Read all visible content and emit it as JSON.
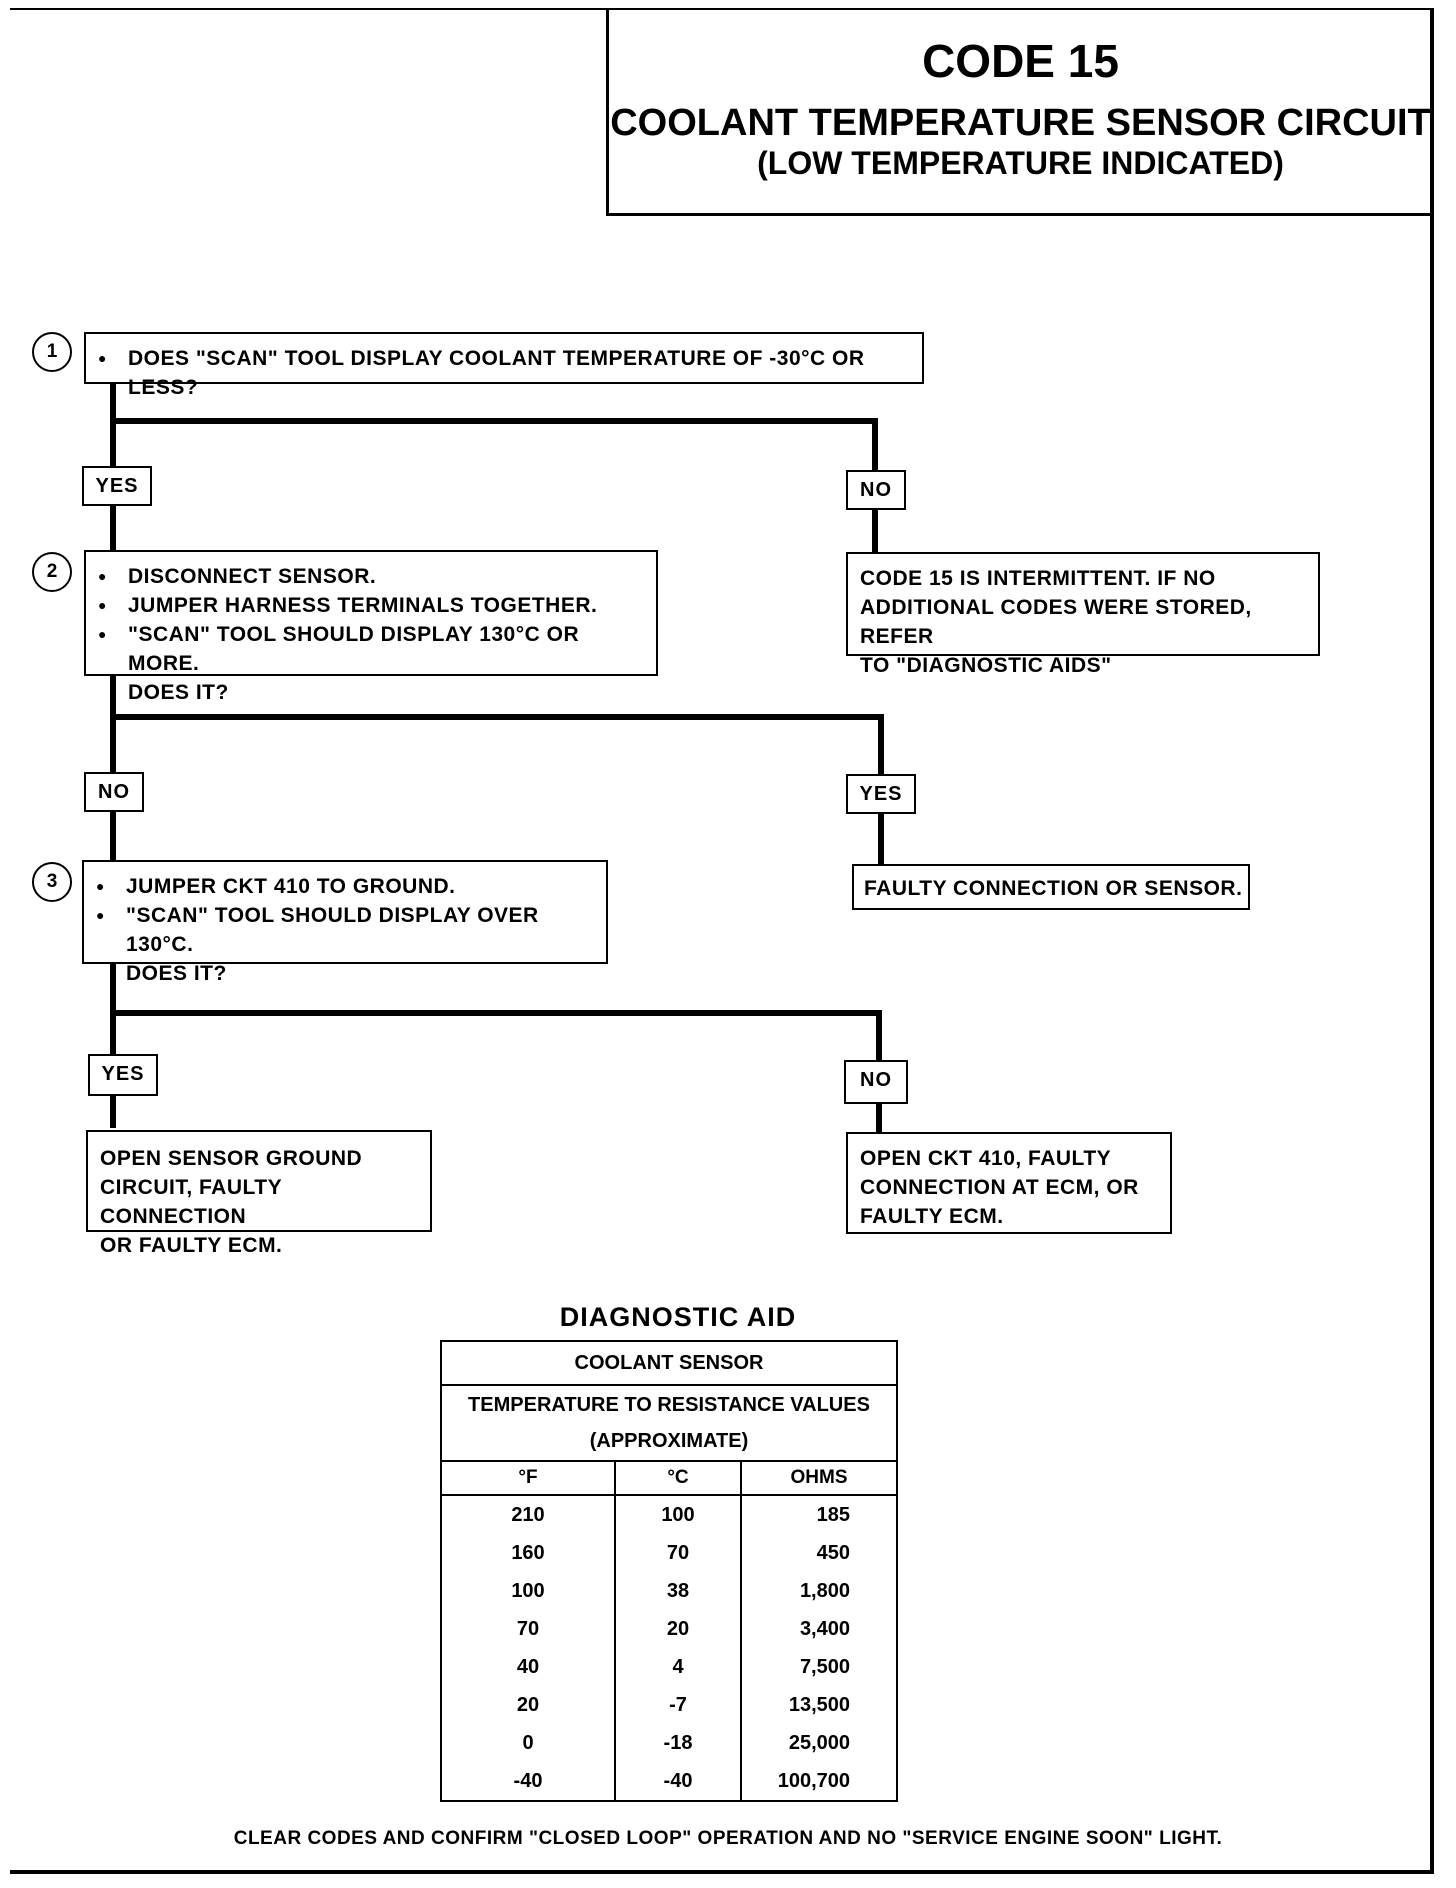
{
  "header": {
    "code": "CODE 15",
    "title": "COOLANT TEMPERATURE SENSOR CIRCUIT",
    "subtitle": "(LOW TEMPERATURE INDICATED)"
  },
  "steps": [
    {
      "num": "1",
      "bullets": [
        "DOES \"SCAN\" TOOL DISPLAY COOLANT TEMPERATURE OF -30°C OR LESS?"
      ]
    },
    {
      "num": "2",
      "bullets": [
        "DISCONNECT SENSOR.",
        "JUMPER HARNESS TERMINALS TOGETHER.",
        "\"SCAN\" TOOL SHOULD DISPLAY 130°C OR MORE."
      ],
      "question": "DOES IT?"
    },
    {
      "num": "3",
      "bullets": [
        "JUMPER CKT 410 TO GROUND.",
        "\"SCAN\" TOOL SHOULD DISPLAY OVER 130°C."
      ],
      "question": "DOES IT?"
    }
  ],
  "branch_labels": {
    "s1_left": "YES",
    "s1_right": "NO",
    "s2_left": "NO",
    "s2_right": "YES",
    "s3_left": "YES",
    "s3_right": "NO"
  },
  "results": {
    "intermittent": [
      "CODE 15 IS INTERMITTENT.  IF NO",
      "ADDITIONAL CODES WERE STORED, REFER",
      "TO \"DIAGNOSTIC AIDS\""
    ],
    "faulty_connection": "FAULTY CONNECTION OR SENSOR.",
    "open_sensor_ground": [
      "OPEN SENSOR GROUND",
      "CIRCUIT, FAULTY CONNECTION",
      "OR FAULTY ECM."
    ],
    "open_ckt": [
      "OPEN CKT  410, FAULTY",
      "CONNECTION AT ECM, OR",
      "FAULTY ECM."
    ]
  },
  "diagnostic_aid": {
    "title": "DIAGNOSTIC  AID",
    "table_title": "COOLANT SENSOR",
    "table_subtitle_1": "TEMPERATURE TO RESISTANCE VALUES",
    "table_subtitle_2": "(APPROXIMATE)",
    "columns": [
      "°F",
      "°C",
      "OHMS"
    ],
    "rows": [
      [
        "210",
        "100",
        "185"
      ],
      [
        "160",
        "70",
        "450"
      ],
      [
        "100",
        "38",
        "1,800"
      ],
      [
        "70",
        "20",
        "3,400"
      ],
      [
        "40",
        "4",
        "7,500"
      ],
      [
        "20",
        "-7",
        "13,500"
      ],
      [
        "0",
        "-18",
        "25,000"
      ],
      [
        "-40",
        "-40",
        "100,700"
      ]
    ]
  },
  "footer": "CLEAR CODES AND CONFIRM \"CLOSED LOOP\"  OPERATION AND NO \"SERVICE ENGINE SOON\" LIGHT."
}
